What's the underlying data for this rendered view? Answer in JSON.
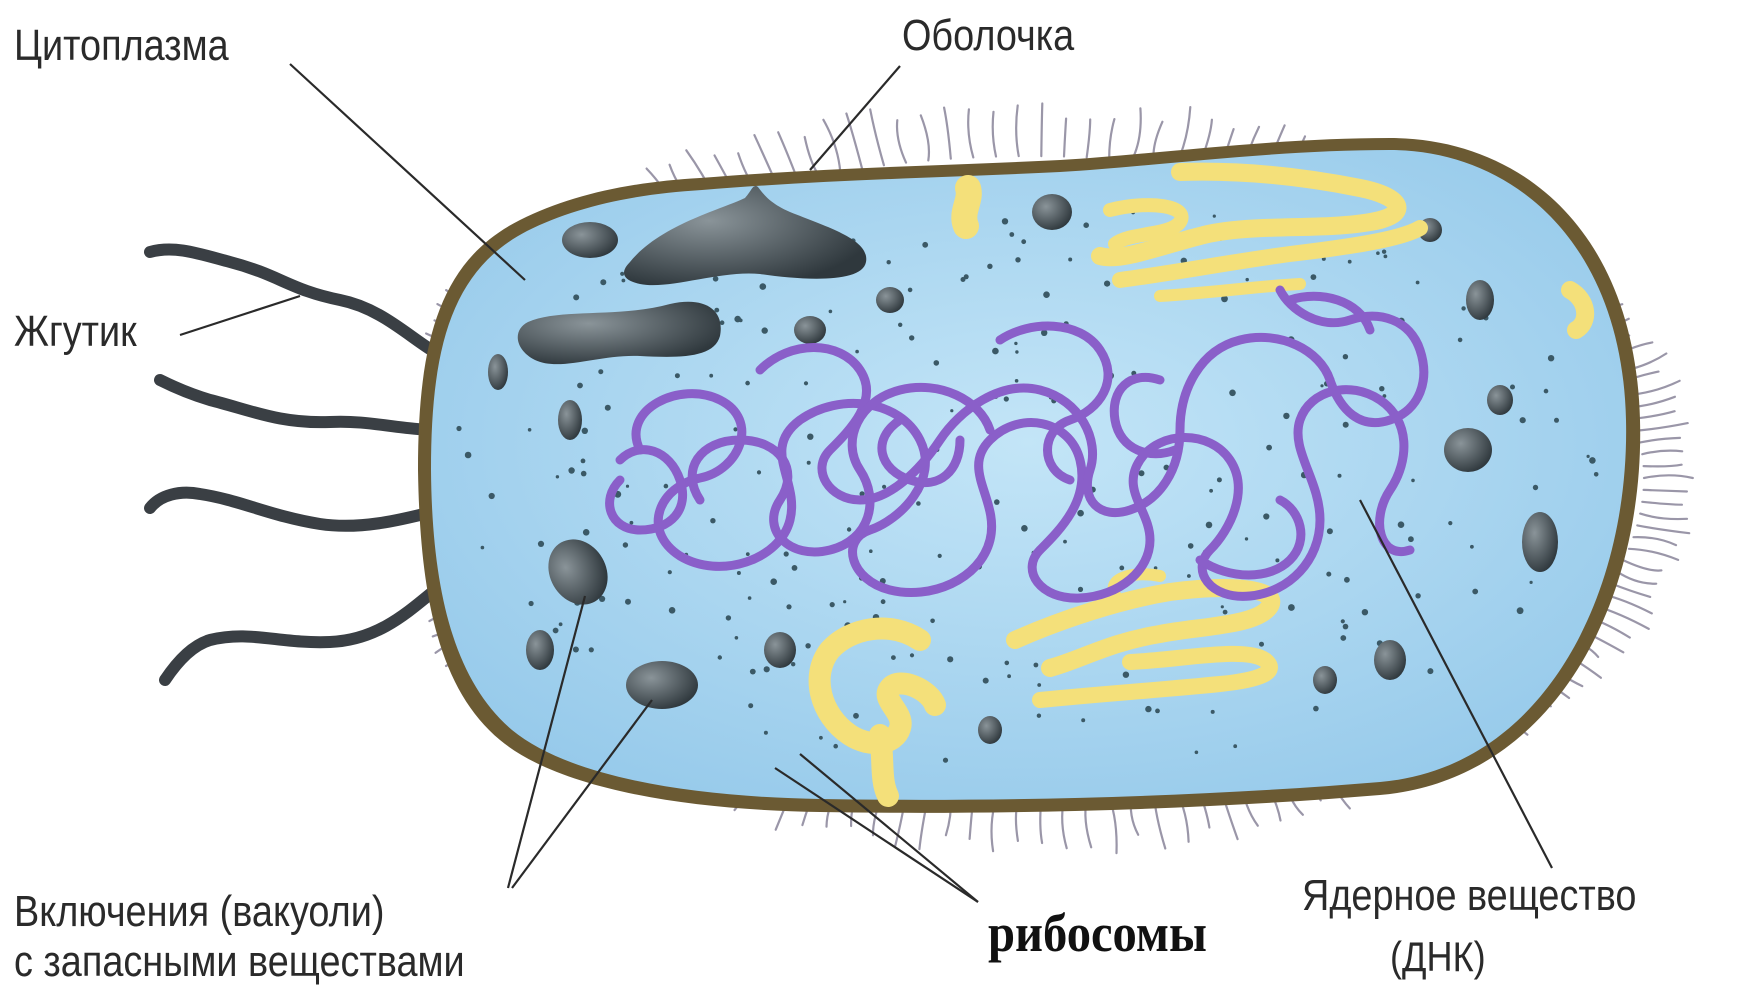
{
  "labels": {
    "cytoplasm": "Цитоплазма",
    "envelope": "Оболочка",
    "flagellum": "Жгутик",
    "inclusions_line1": "Включения (вакуоли)",
    "inclusions_line2": "с запасными веществами",
    "ribosomes": "рибосомы",
    "nuclear_line1": "Ядерное вещество",
    "nuclear_line2": "(ДНК)"
  },
  "colors": {
    "cytoplasm": "#a9d6f1",
    "envelope": "#6b5a33",
    "dna": "#8a5fc9",
    "reserve": "#f4e07a",
    "inclusion": "#4a5358",
    "background": "#ffffff"
  }
}
